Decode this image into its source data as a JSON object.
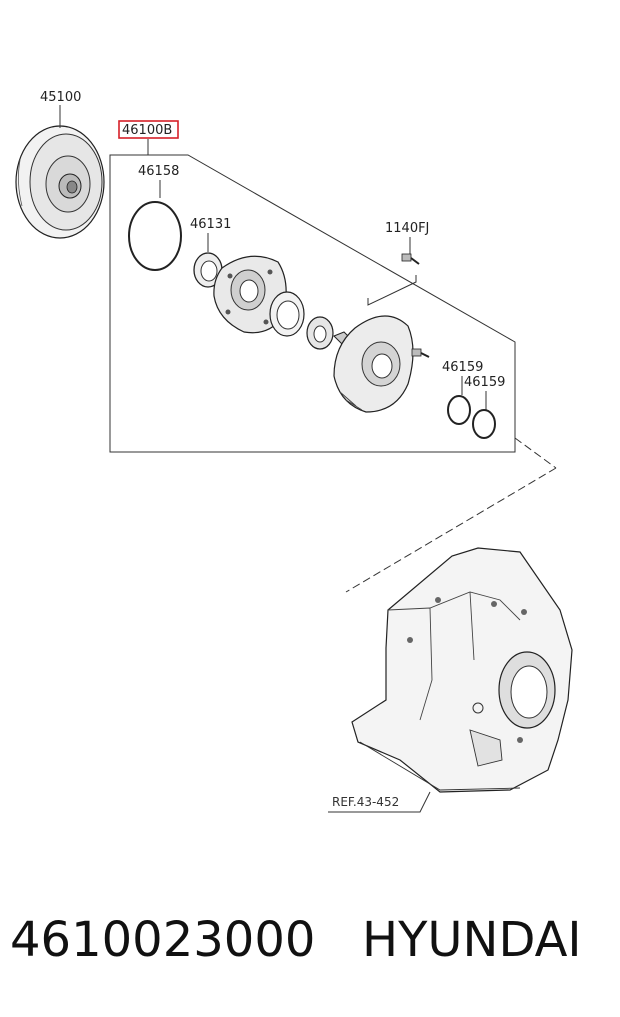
{
  "labels": {
    "torque_converter": "45100",
    "oil_pump_assy": "46100B",
    "o_ring": "46158",
    "oil_seal": "46131",
    "bolt": "1140FJ",
    "seal_ring_1": "46159",
    "seal_ring_2": "46159",
    "reference": "REF.43-452"
  },
  "footer": {
    "part_number": "4610023000",
    "brand": "HYUNDAI"
  },
  "colors": {
    "highlight_box": "#d62028",
    "line": "#333333"
  }
}
